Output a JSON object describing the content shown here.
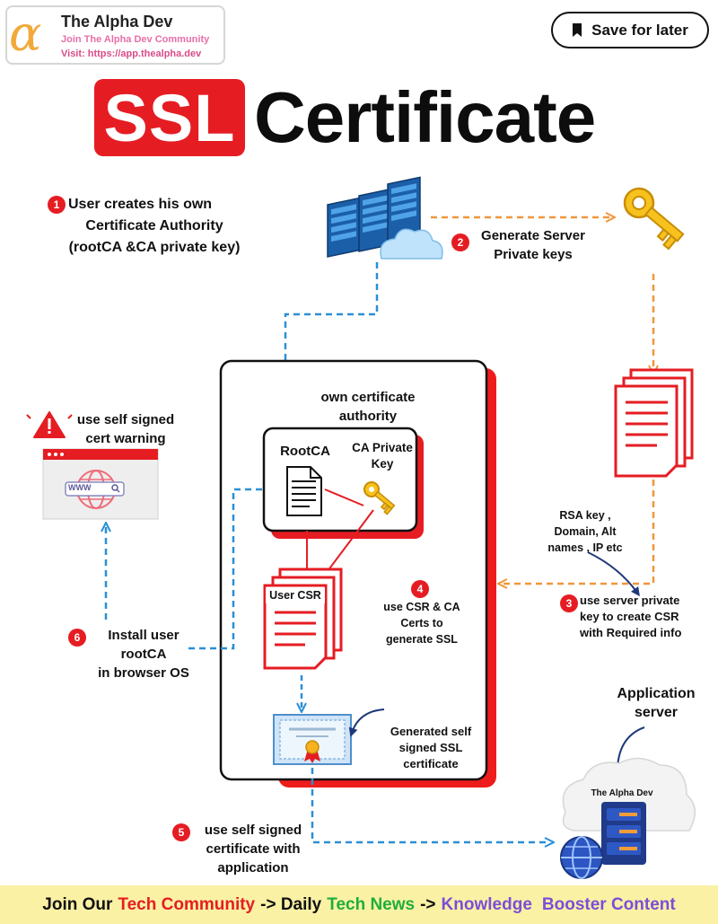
{
  "brand": {
    "logo_glyph": "α",
    "name": "The Alpha Dev",
    "tagline": "Join The Alpha Dev Community",
    "visit": "Visit: https://app.thealpha.dev"
  },
  "save_button": {
    "label": "Save for later",
    "icon": "bookmark-icon"
  },
  "title": {
    "ssl": "SSL",
    "certificate": "Certificate"
  },
  "steps": {
    "s1": {
      "num": "1",
      "line1": "User creates his own",
      "line2": "Certificate Authority",
      "line3": "(rootCA &CA private key)"
    },
    "s2": {
      "num": "2",
      "line1": "Generate Server",
      "line2": "Private keys"
    },
    "s3": {
      "num": "3",
      "line1": "use server private",
      "line2": "key to create CSR",
      "line3": "with Required info"
    },
    "s4": {
      "num": "4",
      "line1": "use CSR & CA",
      "line2": "Certs to",
      "line3": "generate SSL"
    },
    "s5": {
      "num": "5",
      "line1": "use self signed",
      "line2": "certificate with",
      "line3": "application"
    },
    "s6": {
      "num": "6",
      "line1": "Install user",
      "line2": "rootCA",
      "line3": "in browser OS"
    }
  },
  "labels": {
    "own_ca_1": "own certificate",
    "own_ca_2": "authority",
    "rootca": "RootCA",
    "ca_private_1": "CA Private",
    "ca_private_2": "Key",
    "user_csr": "User CSR",
    "warning_1": "use self signed",
    "warning_2": "cert warning",
    "www": "WWW",
    "rsa_1": "RSA key ,",
    "rsa_2": "Domain, Alt",
    "rsa_3": "names , IP etc",
    "generated_1": "Generated self",
    "generated_2": "signed SSL",
    "generated_3": "certificate",
    "app_server_1": "Application",
    "app_server_2": "server",
    "server_brand": "The Alpha Dev"
  },
  "footer": {
    "part1": "Join Our",
    "part2": "Tech Community",
    "part3": "-> Daily",
    "part4": "Tech News",
    "part5": "->",
    "part6": "Knowledge",
    "part7": "Booster Content"
  },
  "colors": {
    "red": "#e51d23",
    "orange_arrow": "#f0963c",
    "blue_arrow": "#2a8fd6",
    "footer_bg": "#fbf1a5",
    "brand_orange": "#f2a93a",
    "green": "#1fae3c",
    "purple": "#7a4fd8"
  }
}
